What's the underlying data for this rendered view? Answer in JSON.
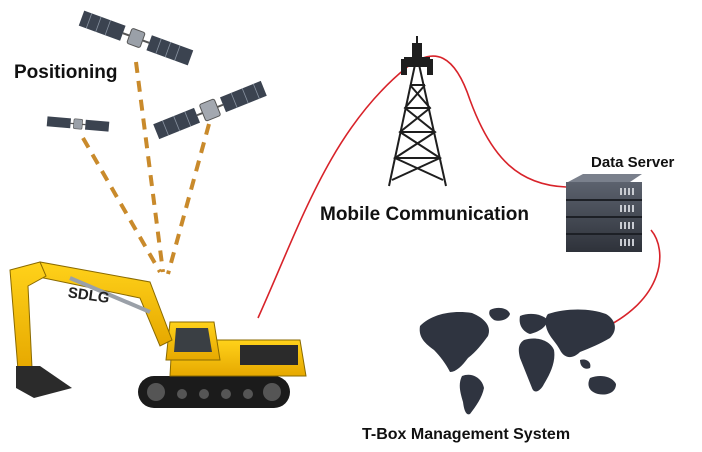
{
  "labels": {
    "positioning": "Positioning",
    "mobile_communication": "Mobile Communication",
    "data_server": "Data Server",
    "tbox_system": "T-Box Management System"
  },
  "branding": {
    "excavator_logo": "SDLG"
  },
  "colors": {
    "link_line": "#d8232a",
    "gps_dash": "#c98a2b",
    "excavator_yellow": "#f2c100",
    "satellite_panel": "#3b4350",
    "tower": "#1e1e1e",
    "server": "#4a4f5a",
    "map": "#2f3440"
  },
  "icons": [
    "satellite-icon",
    "cell-tower-icon",
    "server-rack-icon",
    "world-map-icon",
    "excavator-icon"
  ]
}
